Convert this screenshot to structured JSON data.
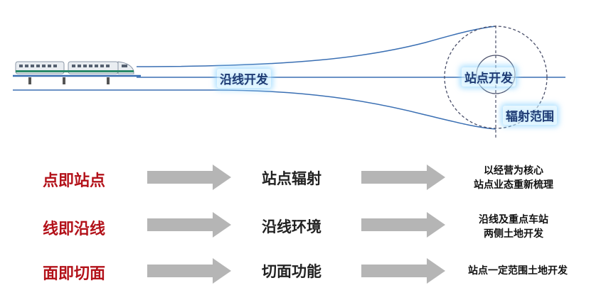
{
  "diagram": {
    "corridor_label": "沿线开发",
    "station_label": "站点开发",
    "radius_label": "辐射范围",
    "colors": {
      "line": "#3a6fb3",
      "circle": "#4a4f6a",
      "glow": "#9fd8ff"
    }
  },
  "rows": [
    {
      "level": "点即站点",
      "focus": "站点辐射",
      "desc": [
        "以经营为核心",
        "站点业态重新梳理"
      ]
    },
    {
      "level": "线即沿线",
      "focus": "沿线环境",
      "desc": [
        "沿线及重点车站",
        "两侧土地开发"
      ]
    },
    {
      "level": "面即切面",
      "focus": "切面功能",
      "desc": [
        "站点一定范围土地开发"
      ]
    }
  ],
  "colors": {
    "level_text": "#b3121a",
    "arrow": "#b5b5b5"
  }
}
